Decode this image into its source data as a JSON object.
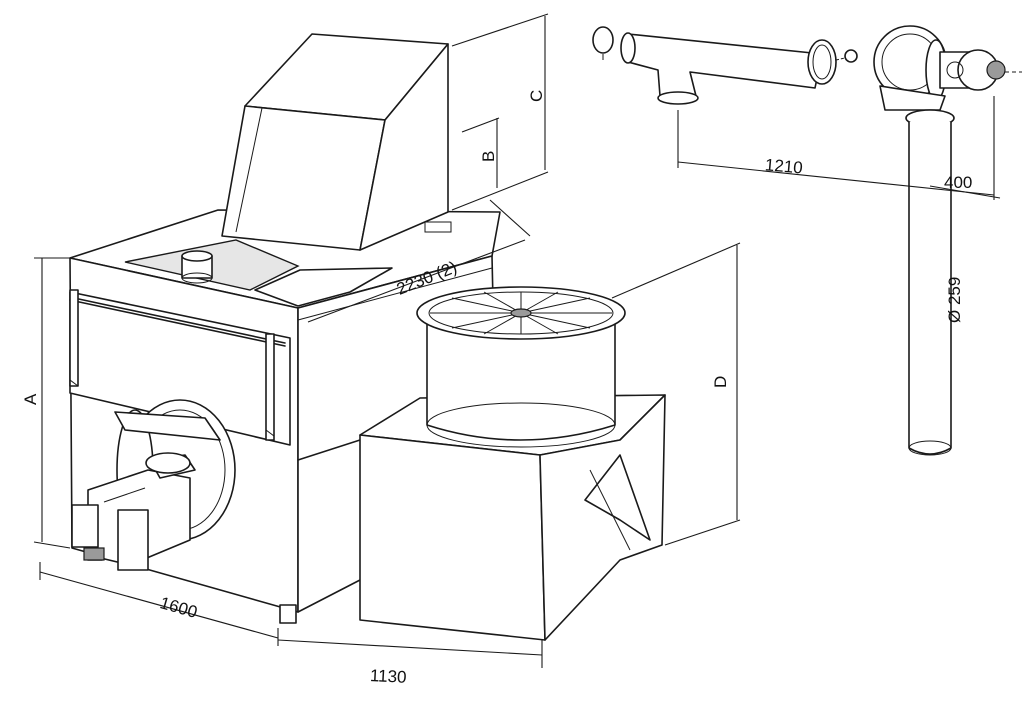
{
  "diagram": {
    "dimension_labels": {
      "width_front": "1600",
      "width_side": "1130",
      "length_top": "2230 (2)",
      "height_a": "A",
      "height_b": "B",
      "height_c": "C",
      "height_d": "D",
      "pipe_length": "1210",
      "pipe_offset": "400",
      "pipe_diameter": "Ø 259"
    }
  }
}
